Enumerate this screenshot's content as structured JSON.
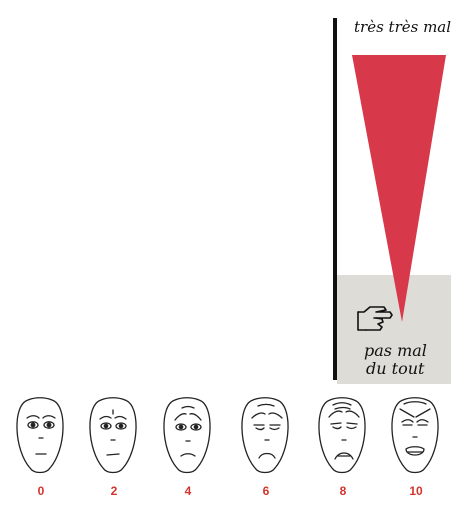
{
  "scale": {
    "top_label": "très très mal",
    "bottom_label_line1": "pas mal",
    "bottom_label_line2": "du tout",
    "pointer_icon": "pointing-hand-icon",
    "colors": {
      "triangle": "#d7394a",
      "lower_band": "#dedcd7",
      "axis": "#111111"
    }
  },
  "faces": [
    {
      "label": "0",
      "expression": "calm"
    },
    {
      "label": "2",
      "expression": "slight-concern"
    },
    {
      "label": "4",
      "expression": "worried"
    },
    {
      "label": "6",
      "expression": "sad"
    },
    {
      "label": "8",
      "expression": "distressed"
    },
    {
      "label": "10",
      "expression": "crying"
    }
  ],
  "label_color": "#d0342c"
}
